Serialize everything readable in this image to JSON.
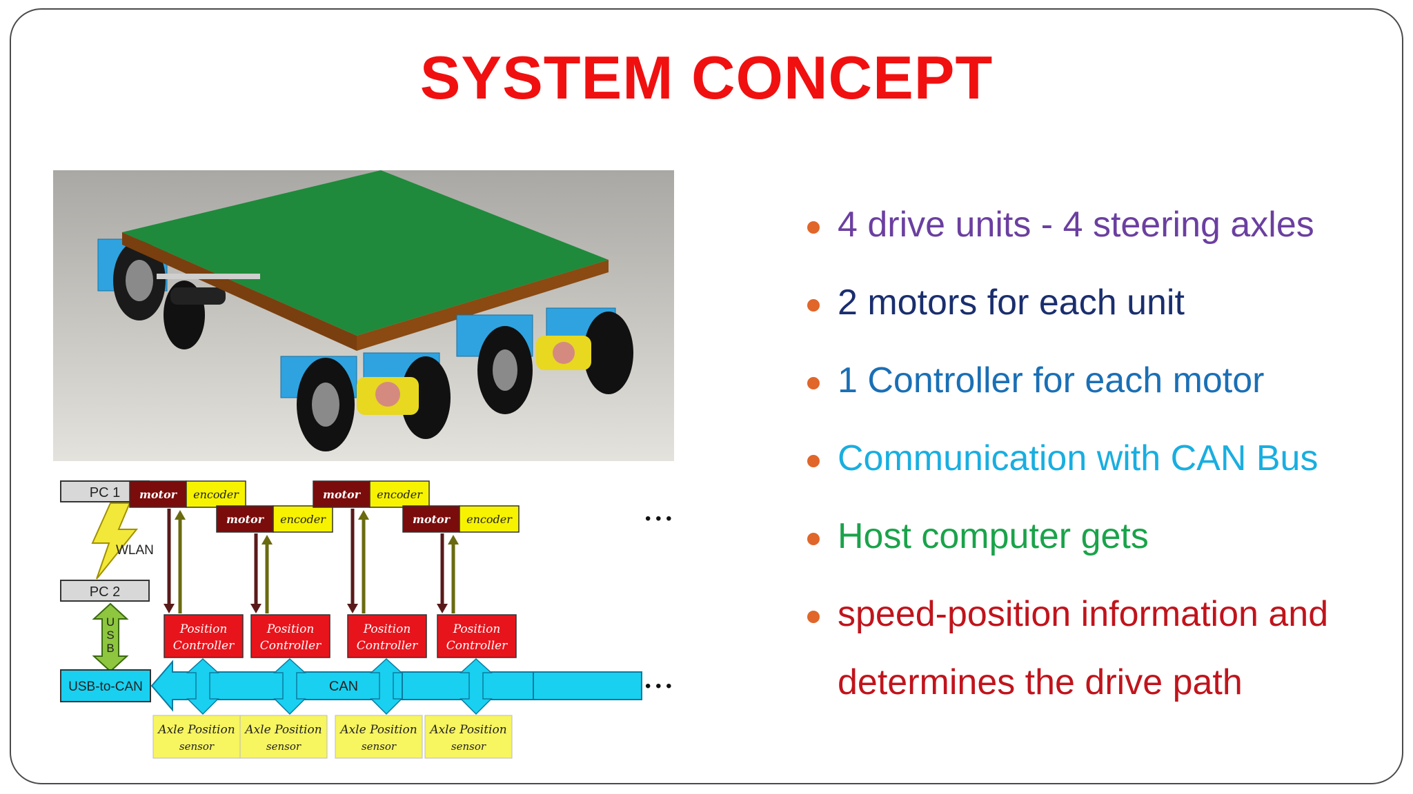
{
  "title": "SYSTEM CONCEPT",
  "bullets": [
    {
      "text": "4 drive units - 4 steering  axles",
      "color": "#6b3fa0"
    },
    {
      "text": "2 motors for each unit",
      "color": "#1a2e6e"
    },
    {
      "text": "1 Controller for each  motor",
      "color": "#1a6fb5"
    },
    {
      "text": "Communication with CAN  Bus",
      "color": "#19aee0"
    },
    {
      "text": "Host computer gets",
      "color": "#1aa34a"
    },
    {
      "text": "speed-position information  and",
      "color": "#c0141c"
    },
    {
      "text": "determines the drive  path",
      "color": "#c0141c",
      "continuation": true
    }
  ],
  "diagram": {
    "pc1": "PC 1",
    "pc2": "PC 2",
    "wlan": "WLAN",
    "usb": [
      "U",
      "S",
      "B"
    ],
    "usb_to_can": "USB-to-CAN",
    "can": "CAN",
    "motor": "motor",
    "encoder": "encoder",
    "position": "Position",
    "controller": "Controller",
    "axle_position": "Axle Position",
    "sensor": "sensor",
    "ellipsis": "• • •",
    "colors": {
      "motor": "#7a0c0c",
      "encoder": "#f7f300",
      "controller": "#e8141c",
      "bus": "#19d0f0",
      "sensor": "#f7f560",
      "pc": "#d8d8d8"
    }
  },
  "render": {
    "colors": {
      "platform_top": "#1f8a3b",
      "platform_edge": "#8a4a12",
      "frame": "#2fa3e0",
      "gear": "#e8d820"
    }
  }
}
